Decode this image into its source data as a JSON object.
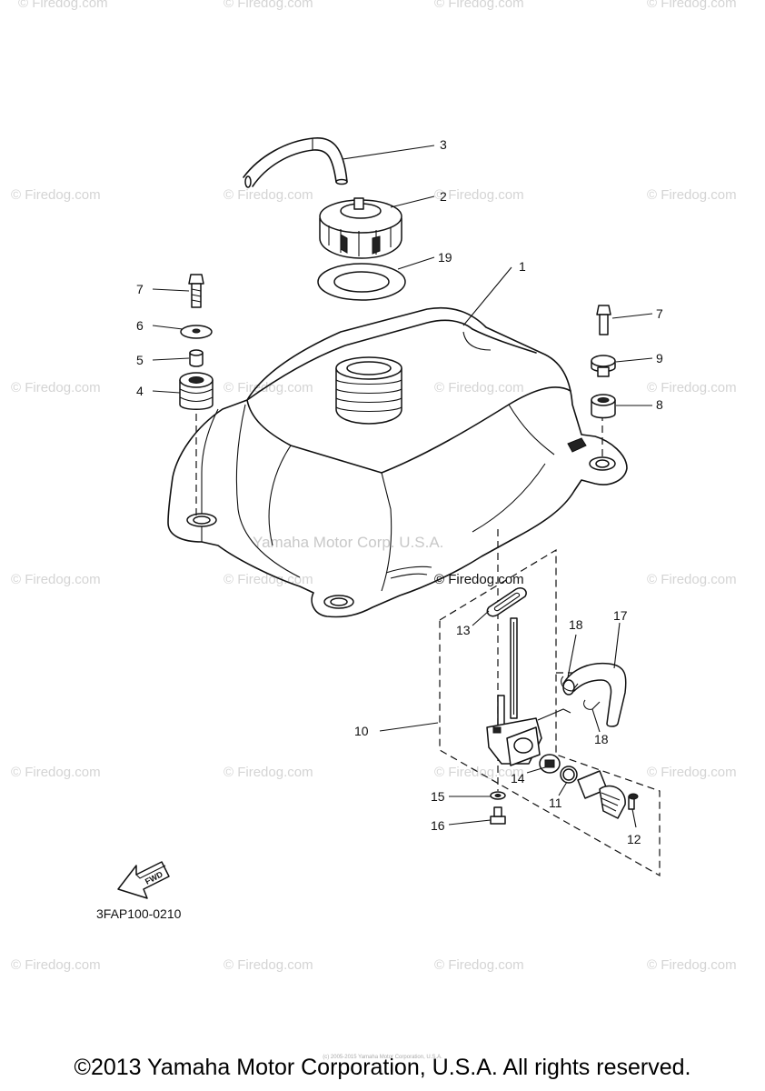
{
  "diagram": {
    "watermark_text": "© Firedog.com",
    "center_watermark": "Yamaha Motor Corp. U.S.A.",
    "center_firedog": "© Firedog.com",
    "fwd_label": "FWD",
    "drawing_code": "3FAP100-0210",
    "callouts": [
      "1",
      "2",
      "3",
      "4",
      "5",
      "6",
      "7",
      "7",
      "8",
      "9",
      "10",
      "11",
      "12",
      "13",
      "14",
      "15",
      "16",
      "17",
      "18",
      "18",
      "19"
    ]
  },
  "footer": {
    "copyright": "©2013 Yamaha Motor Corporation, U.S.A. All rights reserved.",
    "small_note": "(c) 2005-2015 Yamaha Motor Corporation, U.S.A."
  }
}
